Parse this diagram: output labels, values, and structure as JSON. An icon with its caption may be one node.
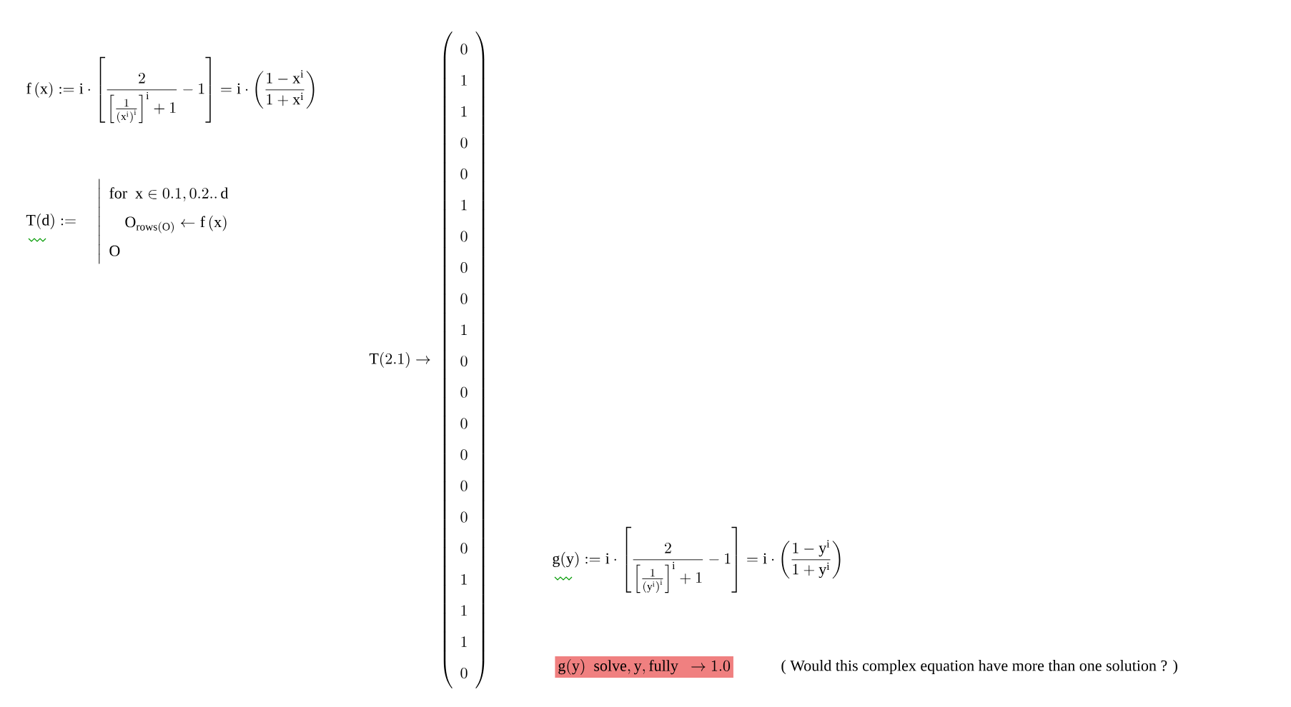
{
  "diagram": {
    "nodes": [
      {
        "text": [
          "\\mathrm{g}(\\mathrm{y})\\ \\ \\text{solve},\\mathrm{y},\\text{fully}\\ \\ \\to 1.0"
        ]
      }
    ],
    "labels": [
      "\\mathrm{f}\\,(\\mathrm{x}) \\mathrel{:=} \\mathrm{i}\\cdot\\left[\\frac{2}{\\left[\\frac{1}{\\left(\\mathrm{x}^{\\mathrm{i}}\\right)^{\\mathrm{i}}}\\right]^{\\mathrm{i}}+1}-1\\right] = \\mathrm{i}\\cdot\\left(\\frac{1-\\mathrm{x}^{\\mathrm{i}}}{1+\\mathrm{x}^{\\mathrm{i}}}\\right)",
      "\\mathrm{T}(\\mathrm{d}) \\mathrel{:=} \\quad\\left|\\begin{array}{l}\\text{for}\\ \\ \\mathrm{x}\\in 0.1,0.2..\\,\\mathrm{d}\\\\ \\quad \\mathrm{O}_{\\mathrm{rows}(\\mathrm{O})}\\leftarrow \\mathrm{f}\\,(\\mathrm{x})\\\\ \\mathrm{O}\\end{array}\\right.",
      "\\mathrm{T}(2.1)\\to\\ \\left(\\begin{array}{c}0\\\\1\\\\1\\\\0\\\\0\\\\1\\\\0\\\\0\\\\0\\\\1\\\\0\\\\0\\\\0\\\\0\\\\0\\\\0\\\\0\\\\1\\\\1\\\\1\\\\0\\end{array}\\right)",
      "\\mathrm{g}(\\mathrm{y}) \\mathrel{:=} \\mathrm{i}\\cdot\\left[\\frac{2}{\\left[\\frac{1}{\\left(\\mathrm{y}^{\\mathrm{i}}\\right)^{\\mathrm{i}}}\\right]^{\\mathrm{i}}+1}-1\\right] = \\mathrm{i}\\cdot\\left(\\frac{1-\\mathrm{y}^{\\mathrm{i}}}{1+\\mathrm{y}^{\\mathrm{i}}}\\right)",
      "( Would this complex equation have more than one solution ? )"
    ]
  }
}
